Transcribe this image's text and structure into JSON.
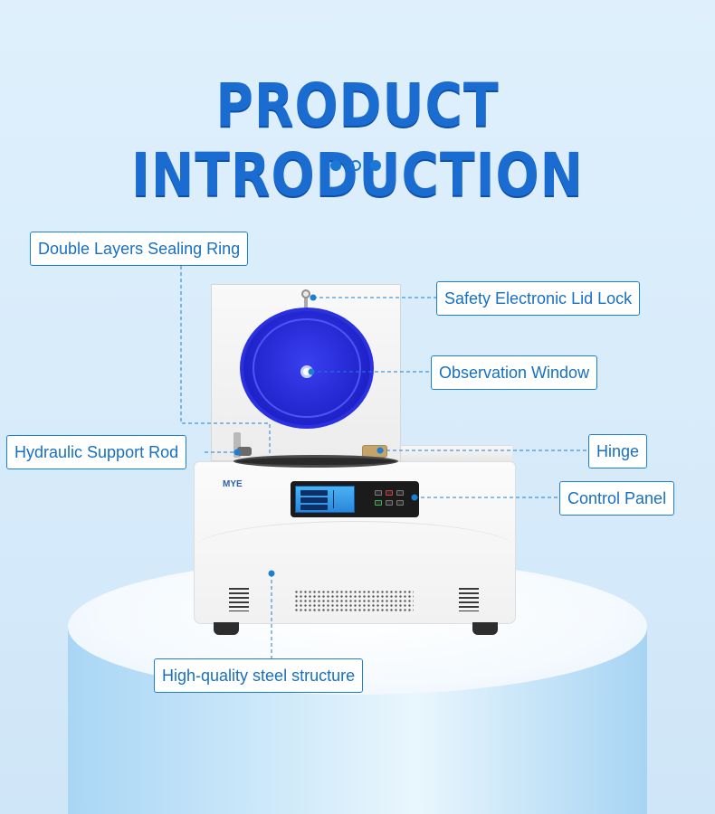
{
  "header": {
    "title": "PRODUCT INTRODUCTION"
  },
  "product": {
    "logo_text": "MYE"
  },
  "callouts": {
    "double_layers_sealing_ring": "Double Layers Sealing Ring",
    "safety_electronic_lid_lock": "Safety Electronic Lid Lock",
    "observation_window": "Observation Window",
    "hydraulic_support_rod": "Hydraulic Support Rod",
    "hinge": "Hinge",
    "control_panel": "Control Panel",
    "high_quality_steel_structure": "High-quality steel structure"
  },
  "colors": {
    "accent": "#1a6cd0",
    "label_border": "#1b7fd4",
    "observation_window": "#2b31e0"
  }
}
